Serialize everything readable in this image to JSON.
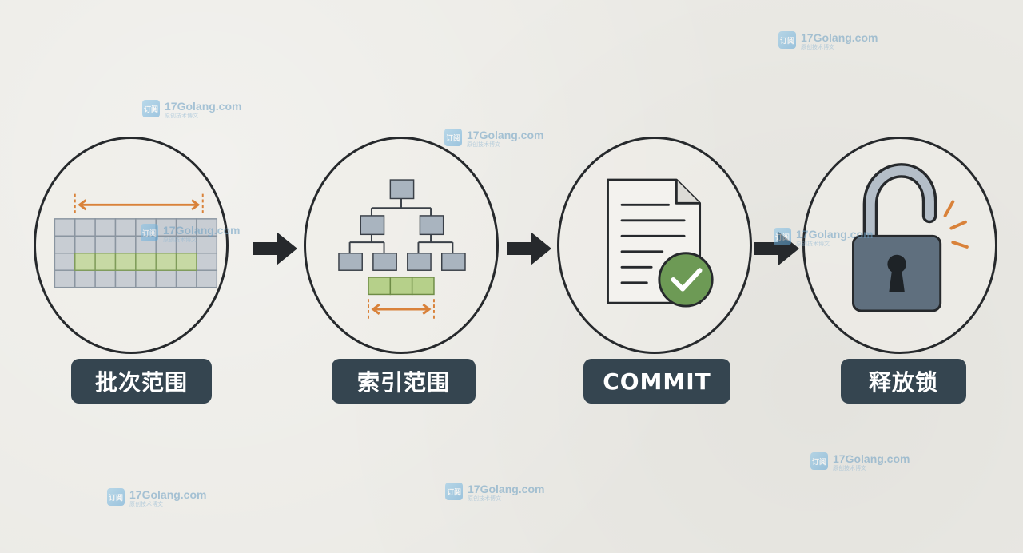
{
  "steps": [
    {
      "label": "批次范围",
      "icon": "table-range-icon"
    },
    {
      "label": "索引范围",
      "icon": "index-tree-icon"
    },
    {
      "label": "COMMIT",
      "icon": "document-check-icon"
    },
    {
      "label": "释放锁",
      "icon": "unlock-icon"
    }
  ],
  "arrows": [
    "arrow-right-icon",
    "arrow-right-icon",
    "arrow-right-icon"
  ],
  "watermark": {
    "text": "17Golang.com",
    "subtext": "原创技术博文",
    "logo": "17golang-logo"
  },
  "colors": {
    "background": "#ebeae5",
    "outline": "#26292c",
    "label_bg": "#354550",
    "label_text": "#ffffff",
    "highlight_green": "#c7d9a4",
    "range_orange": "#d9823a",
    "check_green": "#6d9a55",
    "lock_body": "#5f6f7e"
  }
}
